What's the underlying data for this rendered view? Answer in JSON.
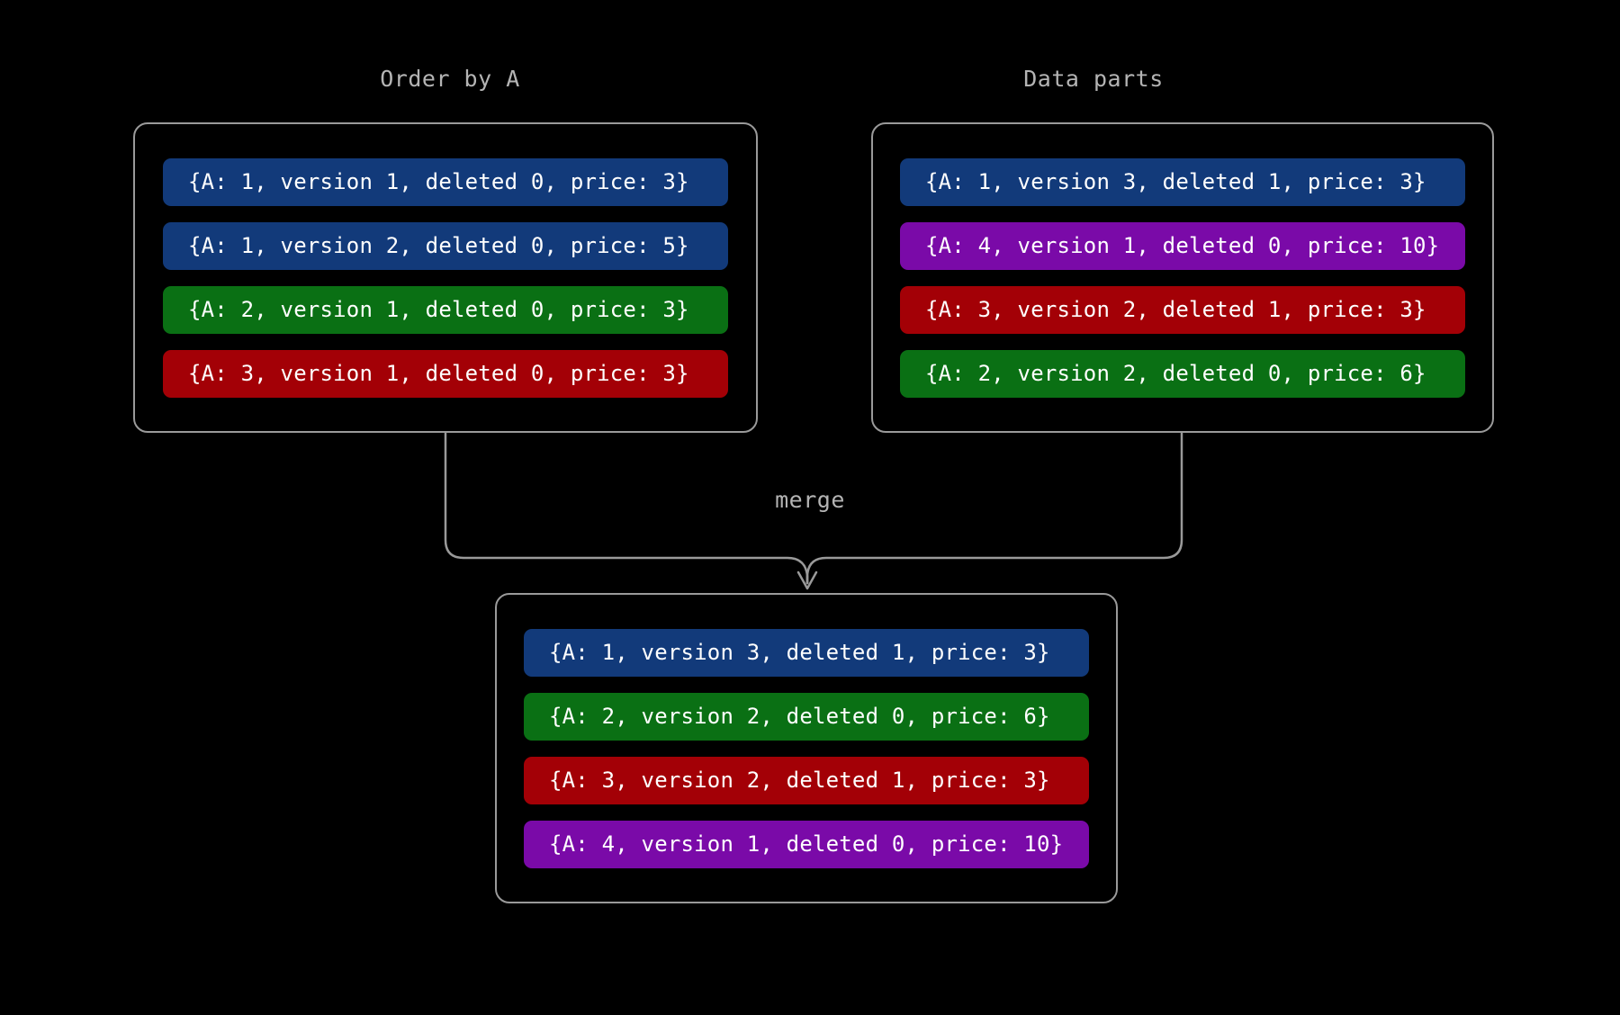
{
  "diagram": {
    "background_color": "#000000",
    "line_color": "#9a9a9a",
    "label_color": "#b4b4b4",
    "merge_label": "merge",
    "panels": [
      {
        "id": "order-by-a",
        "title": "Order by A",
        "rows": [
          {
            "text": "{A: 1, version 1, deleted 0, price: 3}",
            "color": "#123a7a",
            "color_name": "blue"
          },
          {
            "text": "{A: 1, version 2, deleted 0, price: 5}",
            "color": "#123a7a",
            "color_name": "blue"
          },
          {
            "text": "{A: 2, version 1, deleted 0, price: 3}",
            "color": "#0a7014",
            "color_name": "green"
          },
          {
            "text": "{A: 3, version 1, deleted 0, price: 3}",
            "color": "#a30006",
            "color_name": "red"
          }
        ]
      },
      {
        "id": "data-parts",
        "title": "Data parts",
        "rows": [
          {
            "text": "{A: 1, version 3, deleted 1, price: 3}",
            "color": "#123a7a",
            "color_name": "blue"
          },
          {
            "text": "{A: 4, version 1, deleted 0, price: 10}",
            "color": "#7a0aa8",
            "color_name": "purple"
          },
          {
            "text": "{A: 3, version 2, deleted 1, price: 3}",
            "color": "#a30006",
            "color_name": "red"
          },
          {
            "text": "{A: 2, version 2, deleted 0, price: 6}",
            "color": "#0a7014",
            "color_name": "green"
          }
        ]
      },
      {
        "id": "merged",
        "title": "",
        "rows": [
          {
            "text": "{A: 1, version 3, deleted 1, price: 3}",
            "color": "#123a7a",
            "color_name": "blue"
          },
          {
            "text": "{A: 2, version 2, deleted 0, price: 6}",
            "color": "#0a7014",
            "color_name": "green"
          },
          {
            "text": "{A: 3, version 2, deleted 1, price: 3}",
            "color": "#a30006",
            "color_name": "red"
          },
          {
            "text": "{A: 4, version 1, deleted 0, price: 10}",
            "color": "#7a0aa8",
            "color_name": "purple"
          }
        ]
      }
    ]
  }
}
